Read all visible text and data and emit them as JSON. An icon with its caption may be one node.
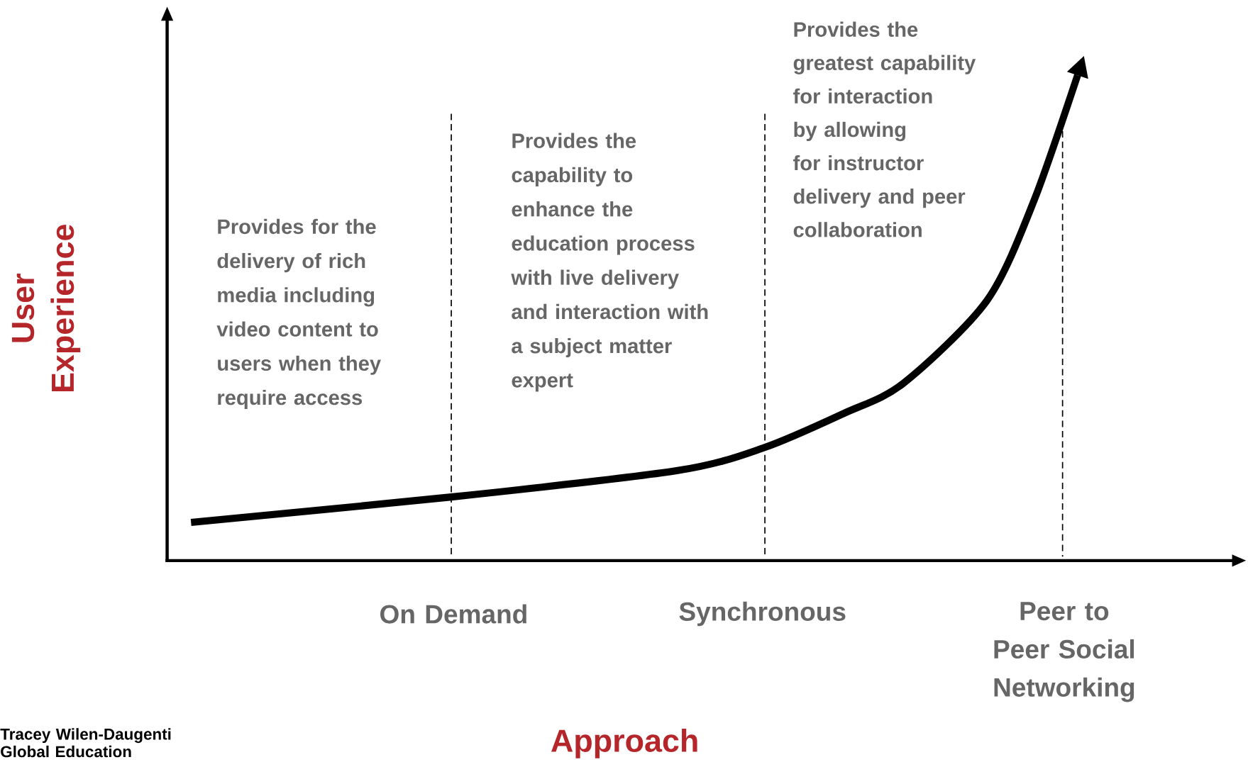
{
  "diagram": {
    "labels": [
      "User Experience",
      "Provides for the delivery of rich media including video content to users when they require access",
      "Provides the capability to enhance the education process with live delivery and interaction with a subject matter expert",
      "Provides the greatest capability for interaction by allowing for instructor delivery and peer collaboration",
      "On Demand",
      "Synchronous",
      "Peer to Peer Social Networking",
      "Tracey Wilen-Daugenti",
      "Global Education",
      "Approach"
    ]
  }
}
